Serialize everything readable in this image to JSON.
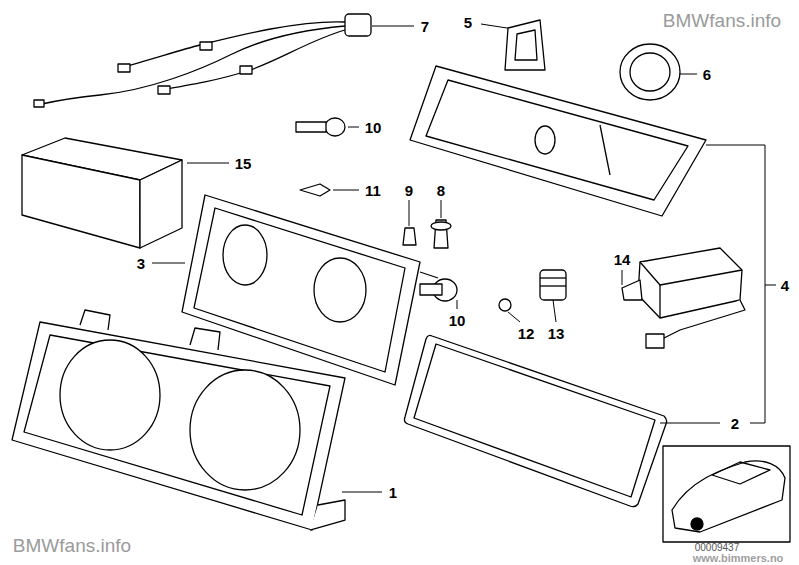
{
  "diagram": {
    "labels": [
      "7",
      "5",
      "6",
      "10",
      "15",
      "11",
      "9",
      "8",
      "3",
      "4",
      "10",
      "12",
      "13",
      "14",
      "2",
      "1",
      "BMWfans.info",
      "BMWfans.info",
      "00009437",
      "www.bimmers.no"
    ]
  }
}
